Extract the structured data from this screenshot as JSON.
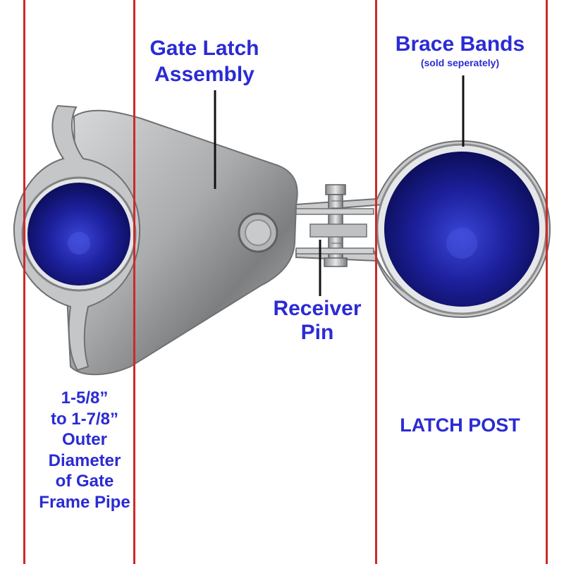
{
  "colors": {
    "label_text": "#2b2bd4",
    "guide_line": "#cc2a2a",
    "pipe_blue": "#1c1f9a",
    "steel_light": "#d6d7d8",
    "steel_dark": "#7c7e80",
    "leader_line": "#111111"
  },
  "labels": {
    "gate_latch_line1": "Gate Latch",
    "gate_latch_line2": "Assembly",
    "brace_bands": "Brace Bands",
    "sold_separately": "(sold seperately)",
    "receiver_line1": "Receiver",
    "receiver_line2": "Pin",
    "pipe_line1": "1-5/8”",
    "pipe_line2": "to 1-7/8”",
    "pipe_line3": "Outer",
    "pipe_line4": "Diameter",
    "pipe_line5": "of Gate",
    "pipe_line6": "Frame Pipe",
    "latch_post": "LATCH POST"
  }
}
